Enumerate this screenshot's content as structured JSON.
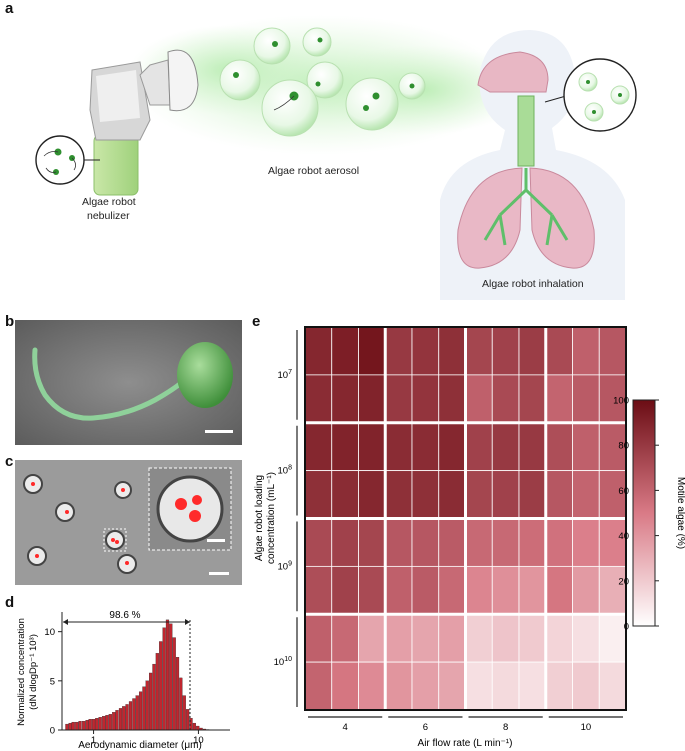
{
  "panels": {
    "a": "a",
    "b": "b",
    "c": "c",
    "d": "d",
    "e": "e"
  },
  "panel_a": {
    "nebulizer_label_1": "Algae robot",
    "nebulizer_label_2": "nebulizer",
    "aerosol_label": "Algae robot aerosol",
    "inhalation_label": "Algae robot inhalation"
  },
  "colors": {
    "heat_high": "#6b0d14",
    "heat_low": "#ffffff",
    "histogram_bar": "#c0262f",
    "algae_green": "#3aa83a",
    "lung_pink": "#e9b8c6"
  },
  "chart_data": [
    {
      "type": "bar",
      "panel": "d",
      "xlabel": "Aerodynamic diameter (μm)",
      "ylabel_line1": "Normalized concentration",
      "ylabel_line2": "(dN dlogDp⁻¹ 10³)",
      "x_scale": "log",
      "xlim": [
        0.5,
        20
      ],
      "ylim": [
        0,
        12
      ],
      "x_ticks": [
        "1",
        "10"
      ],
      "y_ticks": [
        "0",
        "5",
        "10"
      ],
      "annotation": "98.6 %",
      "x": [
        0.54,
        0.58,
        0.62,
        0.67,
        0.72,
        0.78,
        0.84,
        0.9,
        0.97,
        1.04,
        1.12,
        1.21,
        1.3,
        1.4,
        1.51,
        1.62,
        1.75,
        1.88,
        2.02,
        2.18,
        2.35,
        2.53,
        2.72,
        2.93,
        3.15,
        3.39,
        3.65,
        3.93,
        4.23,
        4.56,
        4.91,
        5.28,
        5.69,
        6.12,
        6.59,
        7.1,
        7.64,
        8.23,
        8.86,
        9.54,
        10.27,
        11.06,
        11.9,
        12.8
      ],
      "values": [
        0.6,
        0.7,
        0.8,
        0.8,
        0.9,
        0.9,
        1.0,
        1.1,
        1.1,
        1.2,
        1.3,
        1.4,
        1.5,
        1.6,
        1.8,
        2.0,
        2.2,
        2.4,
        2.6,
        2.9,
        3.2,
        3.5,
        3.9,
        4.4,
        5.0,
        5.8,
        6.7,
        7.8,
        9.0,
        10.4,
        11.2,
        10.8,
        9.4,
        7.4,
        5.3,
        3.5,
        2.1,
        1.2,
        0.7,
        0.4,
        0.2,
        0.1,
        0.05,
        0.02
      ]
    },
    {
      "type": "heatmap",
      "panel": "e",
      "xlabel": "Air flow rate (L min⁻¹)",
      "ylabel_line1": "Algae robot loading",
      "ylabel_line2": "concentration (mL⁻¹)",
      "x_groups": [
        "4",
        "6",
        "8",
        "10"
      ],
      "y_groups": [
        {
          "base": "10",
          "exp": "7"
        },
        {
          "base": "10",
          "exp": "8"
        },
        {
          "base": "10",
          "exp": "9"
        },
        {
          "base": "10",
          "exp": "10"
        }
      ],
      "colorbar_label": "Motile algae (%)",
      "colorbar_range": [
        0,
        100
      ],
      "colorbar_ticks": [
        "0",
        "20",
        "40",
        "60",
        "80",
        "100"
      ],
      "values": [
        [
          88,
          92,
          96,
          80,
          82,
          84,
          74,
          76,
          78,
          72,
          62,
          66
        ],
        [
          86,
          88,
          90,
          80,
          82,
          84,
          62,
          72,
          74,
          60,
          64,
          66
        ],
        [
          88,
          90,
          90,
          86,
          86,
          88,
          76,
          80,
          80,
          70,
          62,
          64
        ],
        [
          84,
          86,
          88,
          84,
          84,
          86,
          74,
          76,
          78,
          66,
          60,
          62
        ],
        [
          72,
          76,
          74,
          66,
          66,
          64,
          58,
          58,
          56,
          54,
          48,
          48
        ],
        [
          70,
          76,
          72,
          62,
          64,
          58,
          46,
          42,
          40,
          52,
          38,
          30
        ],
        [
          62,
          58,
          34,
          36,
          34,
          36,
          18,
          22,
          20,
          16,
          12,
          6
        ],
        [
          60,
          52,
          44,
          40,
          36,
          34,
          12,
          14,
          12,
          18,
          20,
          14
        ]
      ]
    }
  ]
}
